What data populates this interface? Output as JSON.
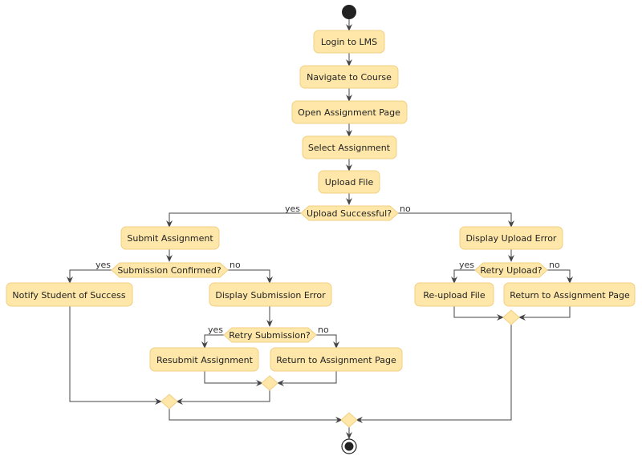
{
  "diagram": {
    "type": "activity",
    "activities": {
      "login": "Login to LMS",
      "navigate": "Navigate to Course",
      "open_page": "Open Assignment Page",
      "select": "Select Assignment",
      "upload": "Upload File",
      "submit": "Submit Assignment",
      "notify": "Notify Student of Success",
      "display_submission_error": "Display Submission Error",
      "resubmit": "Resubmit Assignment",
      "return_submission": "Return to Assignment Page",
      "display_upload_error": "Display Upload Error",
      "reupload": "Re-upload File",
      "return_upload": "Return to Assignment Page"
    },
    "decisions": {
      "upload_successful": "Upload Successful?",
      "submission_confirmed": "Submission Confirmed?",
      "retry_submission": "Retry Submission?",
      "retry_upload": "Retry Upload?"
    },
    "branch_labels": {
      "yes": "yes",
      "no": "no"
    },
    "colors": {
      "activity_fill": "#fee7a9",
      "activity_border": "#f1cf80",
      "arrow": "#444444",
      "node": "#222222"
    }
  }
}
